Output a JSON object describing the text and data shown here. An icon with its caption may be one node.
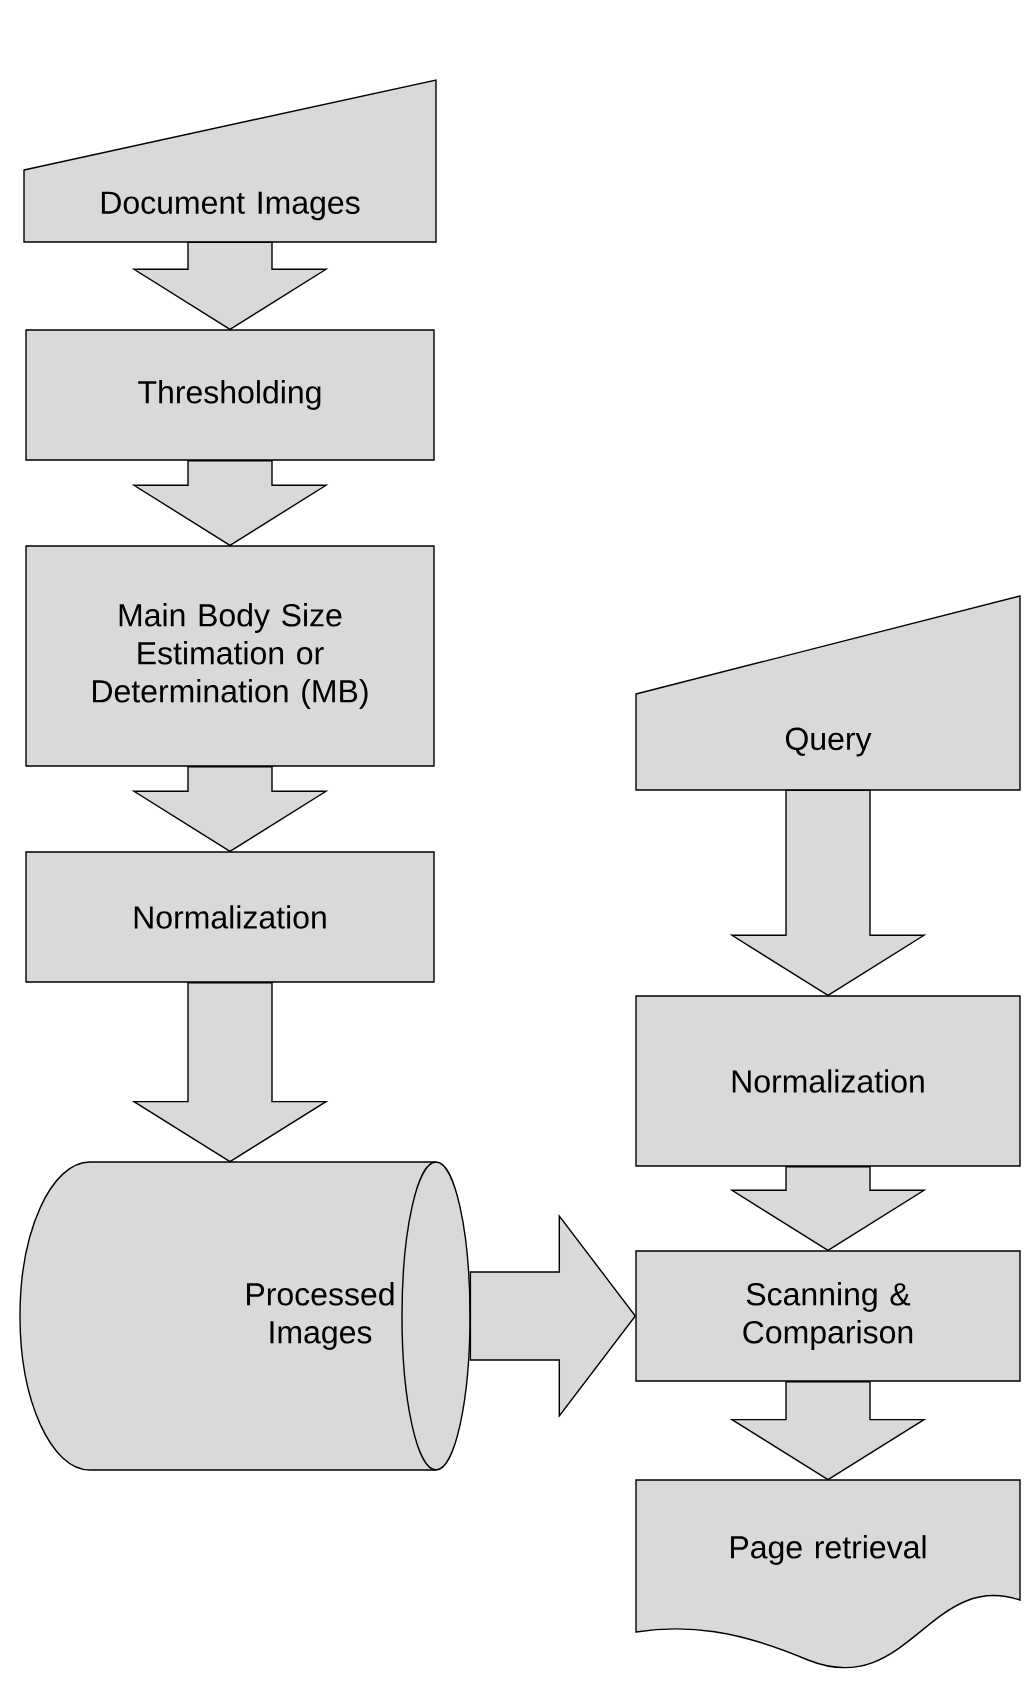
{
  "diagram": {
    "nodes": [
      {
        "text": [
          "Document Images"
        ]
      },
      {
        "text": [
          "Thresholding"
        ]
      },
      {
        "text": [
          "Main Body Size Estimation or Determination (MB)"
        ]
      },
      {
        "text": [
          "Normalization"
        ]
      },
      {
        "text": [
          "Processed Images"
        ]
      },
      {
        "text": [
          "Query"
        ]
      },
      {
        "text": [
          "Normalization"
        ]
      },
      {
        "text": [
          "Scanning & Comparison"
        ]
      },
      {
        "text": [
          "Page retrieval"
        ]
      }
    ],
    "edges": [
      {
        "from": 0,
        "to": 1,
        "arrow": "to"
      },
      {
        "from": 1,
        "to": 2,
        "arrow": "to"
      },
      {
        "from": 2,
        "to": 3,
        "arrow": "to"
      },
      {
        "from": 3,
        "to": 4,
        "arrow": "to"
      },
      {
        "from": 4,
        "to": 7,
        "arrow": "to"
      },
      {
        "from": 5,
        "to": 6,
        "arrow": "to"
      },
      {
        "from": 6,
        "to": 7,
        "arrow": "to"
      },
      {
        "from": 7,
        "to": 8,
        "arrow": "to"
      }
    ]
  }
}
